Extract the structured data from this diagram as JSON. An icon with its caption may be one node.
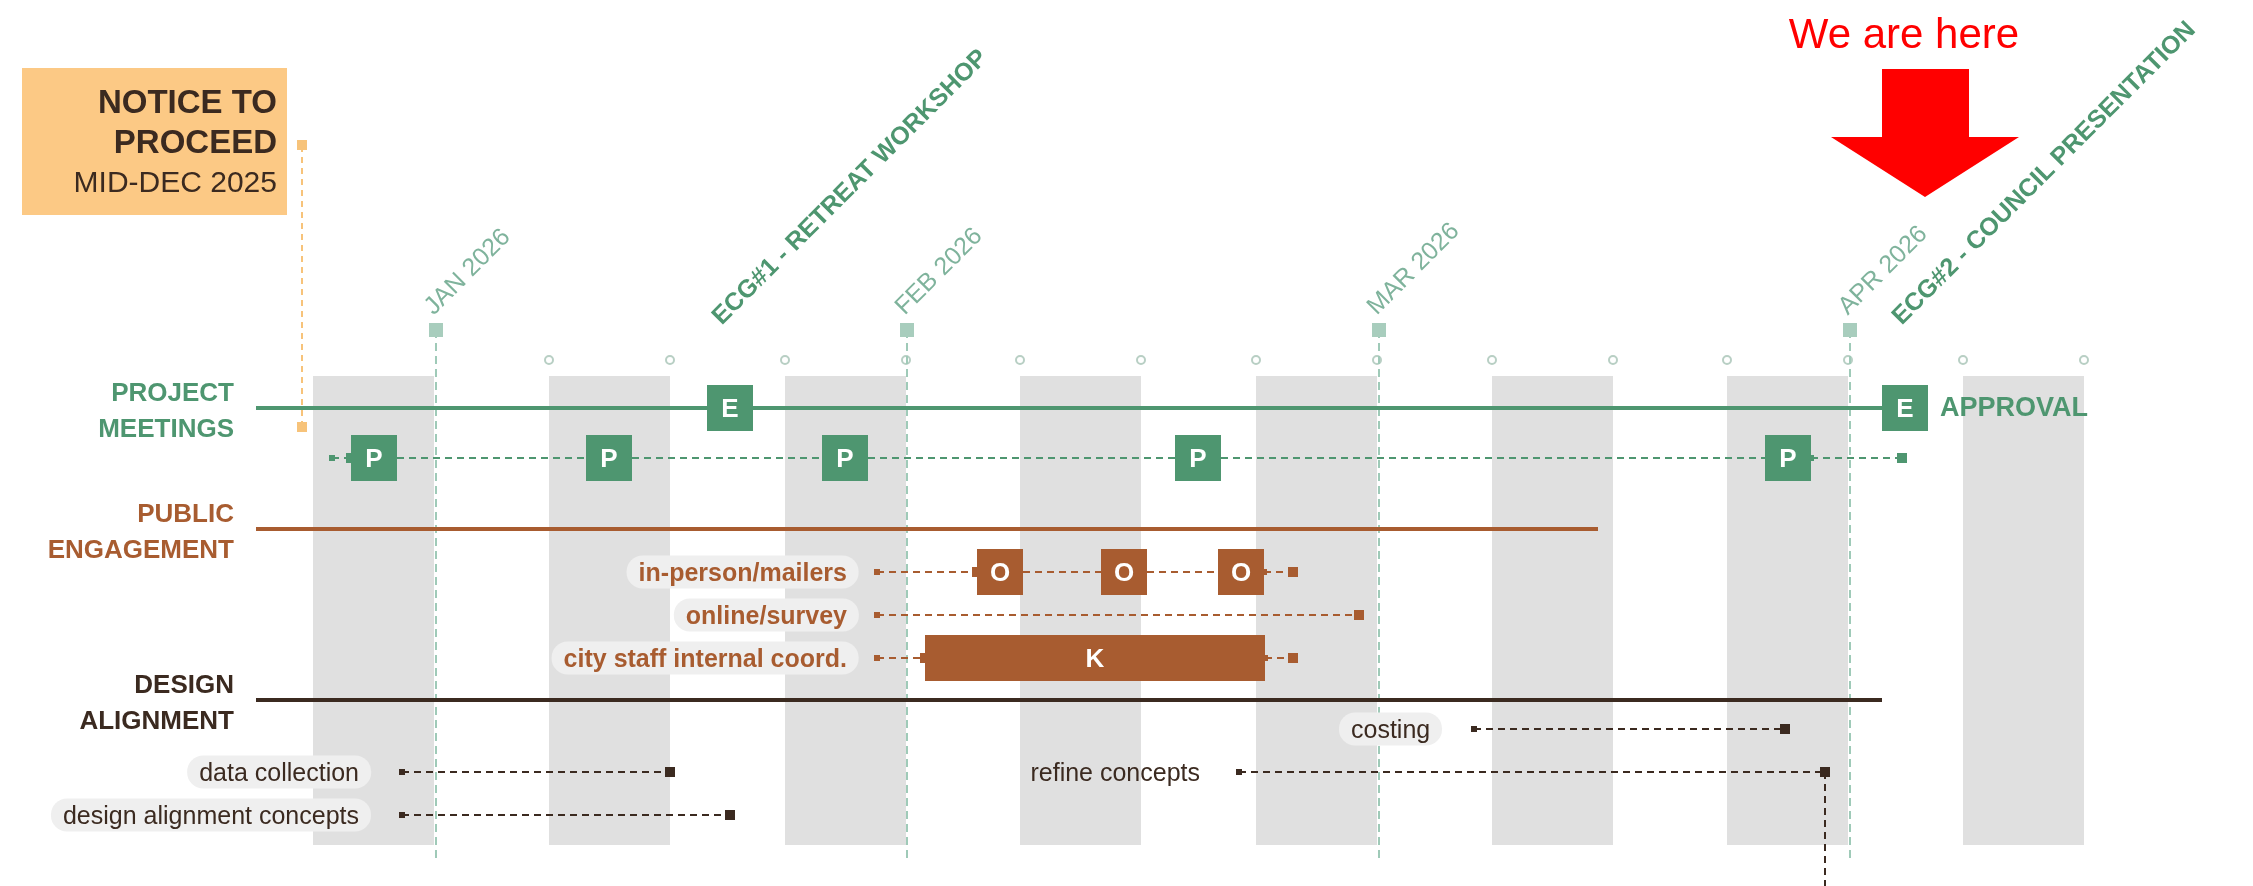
{
  "diagram": {
    "nodes": [
      {
        "text": [
          "NOTICE TO PROCEED",
          "MID-DEC 2025"
        ]
      },
      {
        "text": [
          "E"
        ],
        "beside": [
          "ECG#1 - RETREAT WORKSHOP"
        ]
      },
      {
        "text": [
          "E"
        ],
        "beside": [
          "ECG#2 - COUNCIL PRESENTATION",
          "APPROVAL"
        ]
      },
      {
        "text": [
          "P"
        ]
      },
      {
        "text": [
          "P"
        ]
      },
      {
        "text": [
          "P"
        ]
      },
      {
        "text": [
          "P"
        ]
      },
      {
        "text": [
          "P"
        ]
      },
      {
        "text": [
          "O"
        ]
      },
      {
        "text": [
          "O"
        ]
      },
      {
        "text": [
          "O"
        ]
      },
      {
        "text": [
          "K"
        ]
      }
    ],
    "edges": [
      {
        "from": 3,
        "to": 4,
        "arrow": "none",
        "style": "dashed"
      },
      {
        "from": 4,
        "to": 5,
        "arrow": "none",
        "style": "dashed"
      },
      {
        "from": 5,
        "to": 6,
        "arrow": "none",
        "style": "dashed"
      },
      {
        "from": 6,
        "to": 7,
        "arrow": "none",
        "style": "dashed"
      },
      {
        "from": 8,
        "to": 9,
        "arrow": "none",
        "style": "dashed",
        "color": "#a85c30"
      },
      {
        "from": 9,
        "to": 10,
        "arrow": "none",
        "style": "dashed",
        "color": "#a85c30"
      }
    ],
    "labels": [
      "We are here",
      "JAN 2026",
      "FEB 2026",
      "MAR 2026",
      "APR 2026",
      "PROJECT MEETINGS",
      "PUBLIC ENGAGEMENT",
      "in-person/mailers",
      "online/survey",
      "city staff internal coord.",
      "DESIGN ALIGNMENT",
      "costing",
      "data collection",
      "refine concepts",
      "design alignment concepts"
    ]
  }
}
